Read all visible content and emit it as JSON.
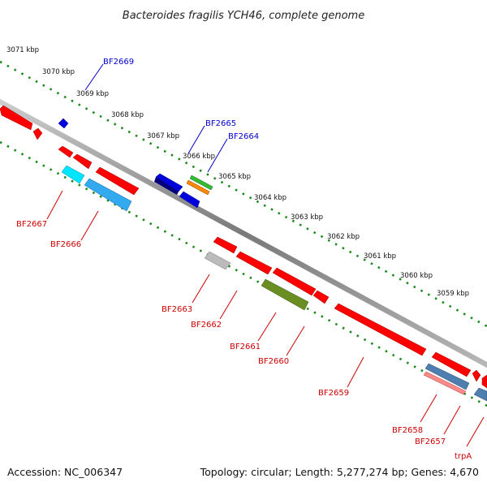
{
  "title": "Bacteroides fragilis YCH46, complete genome",
  "footer": {
    "accession": "Accession: NC_006347",
    "summary": "Topology: circular; Length: 5,277,274 bp; Genes: 4,670"
  },
  "scale_marks": [
    "3071 kbp",
    "3070 kbp",
    "3069 kbp",
    "3068 kbp",
    "3067 kbp",
    "3066 kbp",
    "3065 kbp",
    "3064 kbp",
    "3063 kbp",
    "3062 kbp",
    "3061 kbp",
    "3060 kbp",
    "3059 kbp"
  ],
  "genes_upper": [
    "BF2669",
    "BF2665",
    "BF2664"
  ],
  "genes_lower": [
    "BF2667",
    "BF2666",
    "BF2663",
    "BF2662",
    "BF2661",
    "BF2660",
    "BF2659",
    "BF2658",
    "BF2657",
    "trpA"
  ],
  "colors": {
    "upper_label": "#0000cc",
    "lower_label": "#cc0000",
    "backbone": "#888888",
    "scale_dots": "#1a8a1a",
    "feature_red": "#ff0000",
    "feature_blue": "#0000dd",
    "feature_cyan": "#00e5ff",
    "feature_skyblue": "#33aaee",
    "feature_green": "#33bb33",
    "feature_orange": "#ff8800",
    "feature_olive": "#6b8e23",
    "feature_gray": "#bbbbbb",
    "feature_steel": "#4f7fb0",
    "feature_pink": "#ff8888"
  }
}
